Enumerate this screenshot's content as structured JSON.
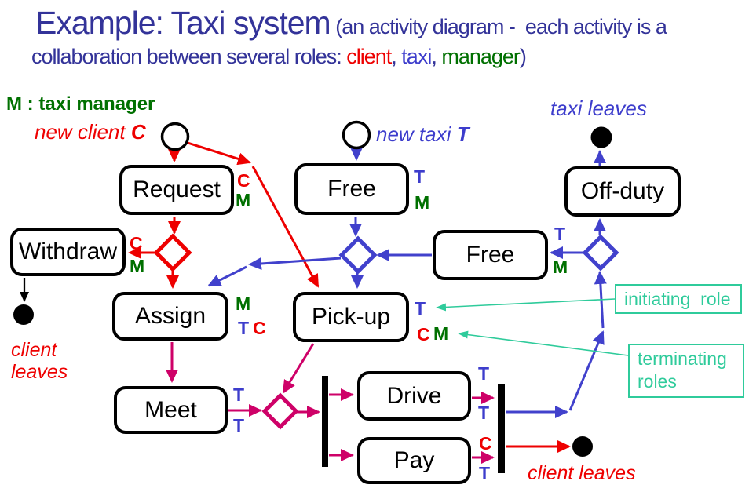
{
  "title": {
    "main": "Example: Taxi system",
    "paren_line1": "(an activity diagram -  each activity is a",
    "line2_prefix": "collaboration between several roles: ",
    "client": "client",
    "sep1": ", ",
    "taxi": "taxi",
    "sep2": ", ",
    "manager": "manager",
    "suffix": ")"
  },
  "annotations": {
    "manager_legend": "M : taxi manager",
    "new_client_text": "new client",
    "new_client_role": "C",
    "new_taxi_text": "new taxi",
    "new_taxi_role": "T",
    "taxi_leaves": "taxi leaves",
    "client_leaves_line1": "client",
    "client_leaves_line2": "leaves",
    "client_leaves_bottom": "client leaves",
    "initiating_role": "initiating  role",
    "terminating_roles_line1": "terminating",
    "terminating_roles_line2": "roles"
  },
  "activities": {
    "request": "Request",
    "free_top": "Free",
    "off_duty": "Off-duty",
    "withdraw": "Withdraw",
    "free_right": "Free",
    "assign": "Assign",
    "pick_up": "Pick-up",
    "meet": "Meet",
    "drive": "Drive",
    "pay": "Pay"
  },
  "role_labels": {
    "request_c": "C",
    "request_m": "M",
    "free_top_t": "T",
    "free_top_m": "M",
    "withdraw_c": "C",
    "withdraw_m": "M",
    "free_right_t": "T",
    "free_right_m": "M",
    "assign_m": "M",
    "assign_t": "T",
    "assign_c": "C",
    "pick_up_t": "T",
    "pick_up_c": "C",
    "pick_up_m": "M",
    "meet_t_top": "T",
    "meet_t_bottom": "T",
    "drive_t_top": "T",
    "drive_t_bottom": "T",
    "pay_c": "C",
    "pay_t": "T"
  },
  "colors": {
    "client_red": "#ee0000",
    "taxi_blue": "#4141cc",
    "manager_green": "#007000",
    "title_blue": "#333399",
    "flow_magenta": "#ce0168",
    "callout_teal": "#2fcb9b",
    "node_black": "#000000"
  }
}
